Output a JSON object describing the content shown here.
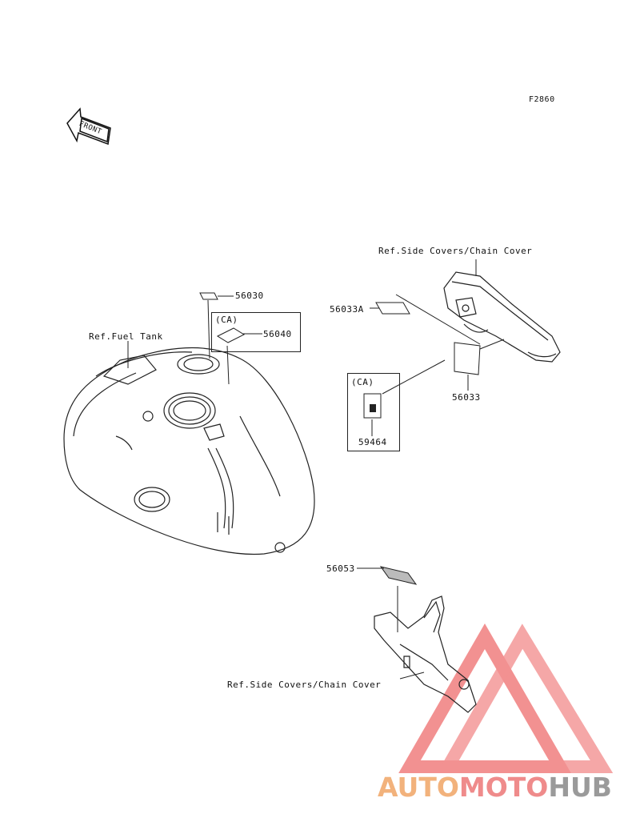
{
  "figure_code": "F2860",
  "front_arrow": {
    "text": "FRONT",
    "icon": "front-arrow-icon"
  },
  "labels": {
    "ref_fuel_tank": "Ref.Fuel Tank",
    "ref_side_covers_top": "Ref.Side Covers/Chain Cover",
    "ref_side_covers_bottom": "Ref.Side Covers/Chain Cover"
  },
  "parts": {
    "p56030": "56030",
    "p56040": "56040",
    "p56033A": "56033A",
    "p56033": "56033",
    "p59464": "59464",
    "p56053": "56053"
  },
  "ca_boxes": {
    "tank": "(CA)",
    "cover": "(CA)"
  },
  "watermark": {
    "part1": "AUTO",
    "part2": "MOTO",
    "part3": "HUB",
    "colors": {
      "triangle": "#f07e7e",
      "part1": "#f2b27c",
      "part2": "#ef8b8b",
      "part3": "#9a9a9a"
    }
  }
}
